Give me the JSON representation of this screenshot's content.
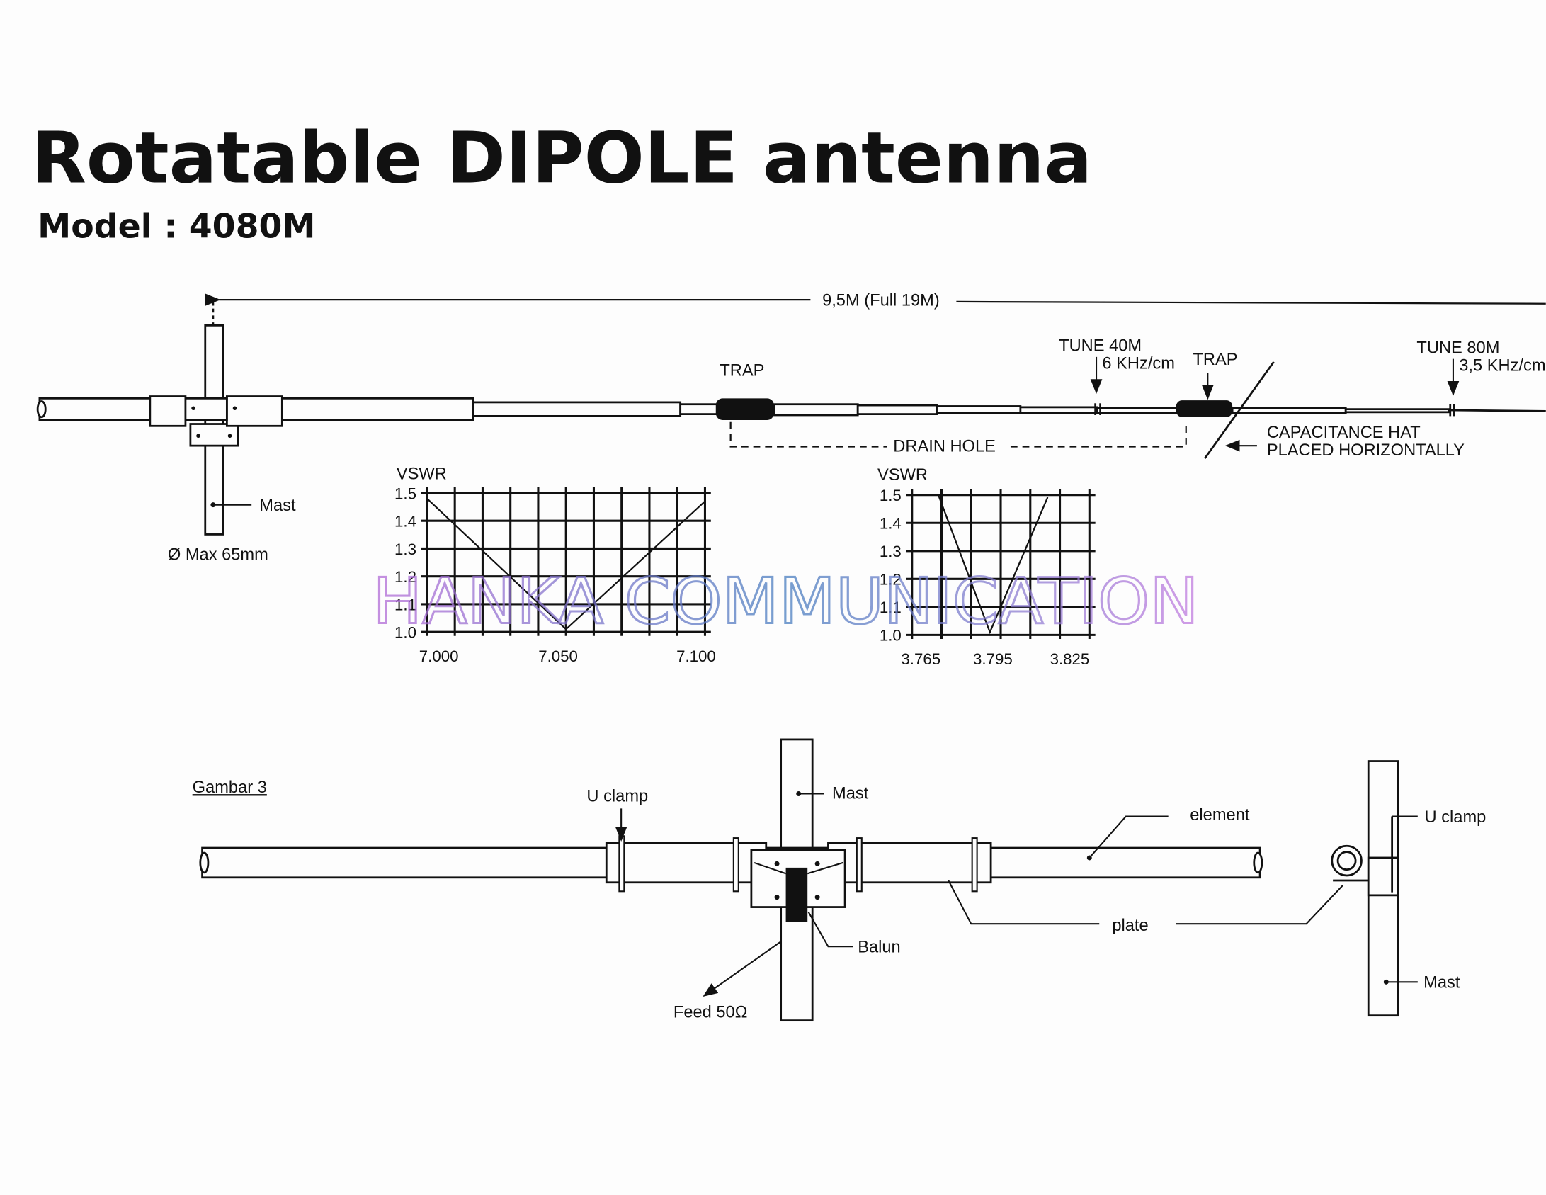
{
  "title": "Rotatable DIPOLE antenna",
  "model": "Model : 4080M",
  "watermark": "HANKA COMMUNICATION",
  "watermark_colors": [
    "#b46cd8",
    "#4a7fc0",
    "#c27ce0"
  ],
  "top_view": {
    "dimension": "9,5M (Full 19M)",
    "trap1": "TRAP",
    "trap2": "TRAP",
    "tune40": "TUNE 40M",
    "tune40_rate": "6 KHz/cm",
    "tune80": "TUNE 80M",
    "tune80_rate": "3,5 KHz/cm",
    "drain_hole": "DRAIN HOLE",
    "cap_hat_1": "CAPACITANCE HAT",
    "cap_hat_2": "PLACED HORIZONTALLY",
    "mast": "Mast",
    "mast_diameter": "Ø Max 65mm"
  },
  "chart_data": [
    {
      "type": "line",
      "ylabel": "VSWR",
      "xlim": [
        7.0,
        7.1
      ],
      "ylim": [
        1.0,
        1.5
      ],
      "yticks": [
        "1.0",
        "1.1",
        "1.2",
        "1.3",
        "1.4",
        "1.5"
      ],
      "xticks": [
        "7.000",
        "7.050",
        "7.100"
      ],
      "grid": true,
      "x": [
        7.0,
        7.05,
        7.1
      ],
      "y": [
        1.48,
        1.01,
        1.47
      ]
    },
    {
      "type": "line",
      "ylabel": "VSWR",
      "xlim": [
        3.761,
        3.835
      ],
      "ylim": [
        1.0,
        1.5
      ],
      "yticks": [
        "1.0",
        "1.1",
        "1.2",
        "1.3",
        "1.4",
        "1.5"
      ],
      "xticks": [
        "3.765",
        "3.795",
        "3.825"
      ],
      "grid": true,
      "x": [
        3.772,
        3.7935,
        3.8175
      ],
      "y": [
        1.5,
        1.01,
        1.49
      ]
    }
  ],
  "bottom_view": {
    "caption": "Gambar 3",
    "u_clamp": "U clamp",
    "mast": "Mast",
    "balun": "Balun",
    "feed": "Feed 50Ω",
    "element": "element",
    "plate": "plate",
    "side_u_clamp": "U clamp",
    "side_mast": "Mast"
  }
}
